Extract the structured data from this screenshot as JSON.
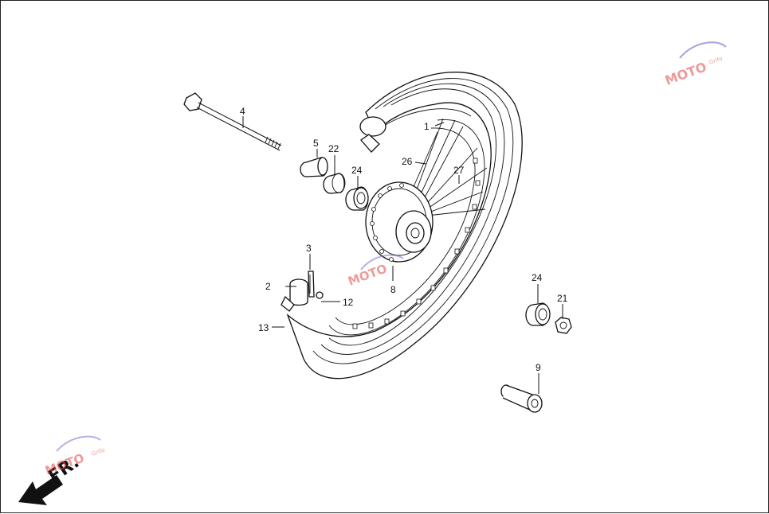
{
  "diagram": {
    "callouts": [
      {
        "id": "1",
        "text": "1"
      },
      {
        "id": "2",
        "text": "2"
      },
      {
        "id": "3",
        "text": "3"
      },
      {
        "id": "4",
        "text": "4"
      },
      {
        "id": "5",
        "text": "5"
      },
      {
        "id": "8",
        "text": "8"
      },
      {
        "id": "9",
        "text": "9"
      },
      {
        "id": "12",
        "text": "12"
      },
      {
        "id": "13",
        "text": "13"
      },
      {
        "id": "21",
        "text": "21"
      },
      {
        "id": "22",
        "text": "22"
      },
      {
        "id": "24a",
        "text": "24"
      },
      {
        "id": "24b",
        "text": "24"
      },
      {
        "id": "26",
        "text": "26"
      },
      {
        "id": "27",
        "text": "27"
      }
    ],
    "direction_label": "FR.",
    "watermark": {
      "main": "MOTO",
      "sub": "Grifo"
    },
    "colors": {
      "line": "#111111",
      "watermark": "#e04848",
      "background": "#ffffff"
    }
  }
}
